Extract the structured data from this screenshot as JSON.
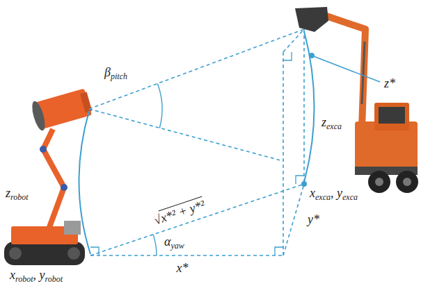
{
  "diagram": {
    "labels": [
      "βpitch",
      "z*",
      "zexca",
      "zrobot",
      "√x*² + y*²",
      "αyaw",
      "xexca, yexca",
      "y*",
      "xrobot, yrobot",
      "x*"
    ]
  }
}
